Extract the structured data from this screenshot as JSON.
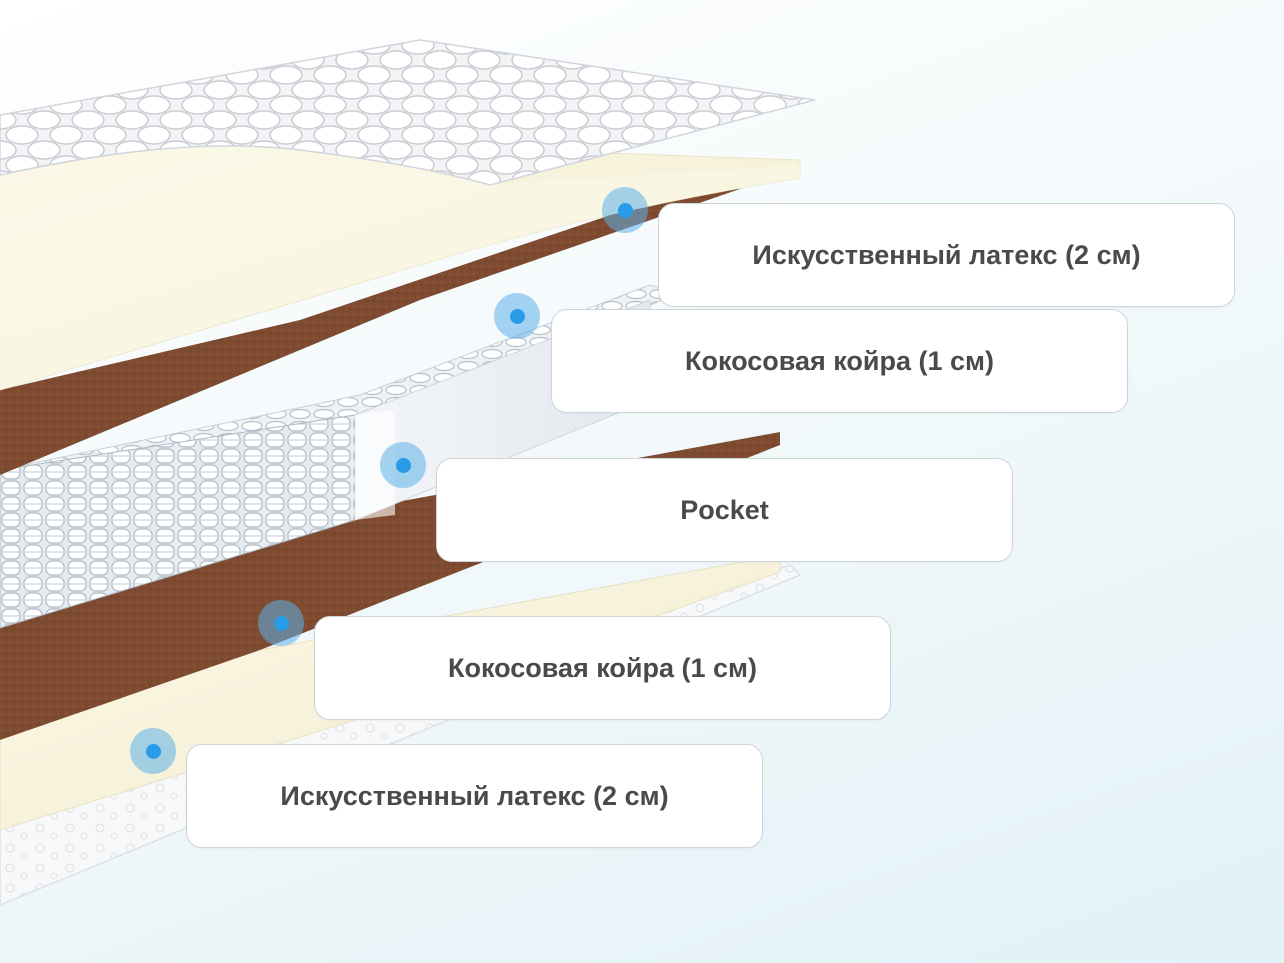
{
  "layers": [
    {
      "label": "Искусственный латекс (2 см)",
      "icon": "info-dot-icon"
    },
    {
      "label": "Кокосовая койра (1 см)",
      "icon": "info-dot-icon"
    },
    {
      "label": "Pocket",
      "icon": "info-dot-icon"
    },
    {
      "label": "Кокосовая койра (1 см)",
      "icon": "info-dot-icon"
    },
    {
      "label": "Искусственный латекс (2 см)",
      "icon": "info-dot-icon"
    }
  ],
  "colors": {
    "coir": "#7e4b31",
    "latex": "#f6f1d8",
    "cover": "#f2f2f4",
    "springs": "#e9eef4",
    "marker": "#2a9be6",
    "label_text": "#4a4a4a"
  }
}
